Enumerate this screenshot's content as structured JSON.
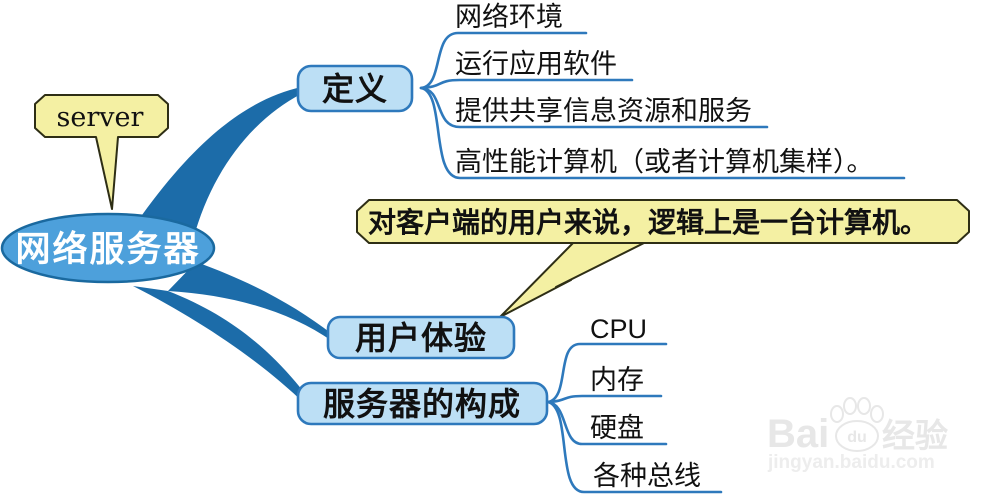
{
  "central": {
    "label": "网络服务器"
  },
  "callouts": {
    "server": {
      "label": "server"
    },
    "note": {
      "label": "对客户端的用户来说，逻辑上是一台计算机。"
    }
  },
  "branches": [
    {
      "label": "定义",
      "children": [
        "网络环境",
        "运行应用软件",
        "提供共享信息资源和服务",
        "高性能计算机（或者计算机集样）。"
      ]
    },
    {
      "label": "用户体验",
      "children": []
    },
    {
      "label": "服务器的构成",
      "children": [
        "CPU",
        "内存",
        "硬盘",
        "各种总线"
      ]
    }
  ],
  "watermark": {
    "logo_left": "Bai",
    "logo_paw": "du",
    "logo_right": "经验",
    "url": "jingyan.baidu.com"
  },
  "colors": {
    "branch_blue": "#1C6CA9",
    "ellipse_fill": "#4DA0DB",
    "ellipse_stroke": "#1A699F",
    "node_fill": "#BCDFF5",
    "node_stroke": "#2E79BC",
    "callout_fill": "#F4F0A3",
    "callout_stroke": "#2E2E15"
  }
}
